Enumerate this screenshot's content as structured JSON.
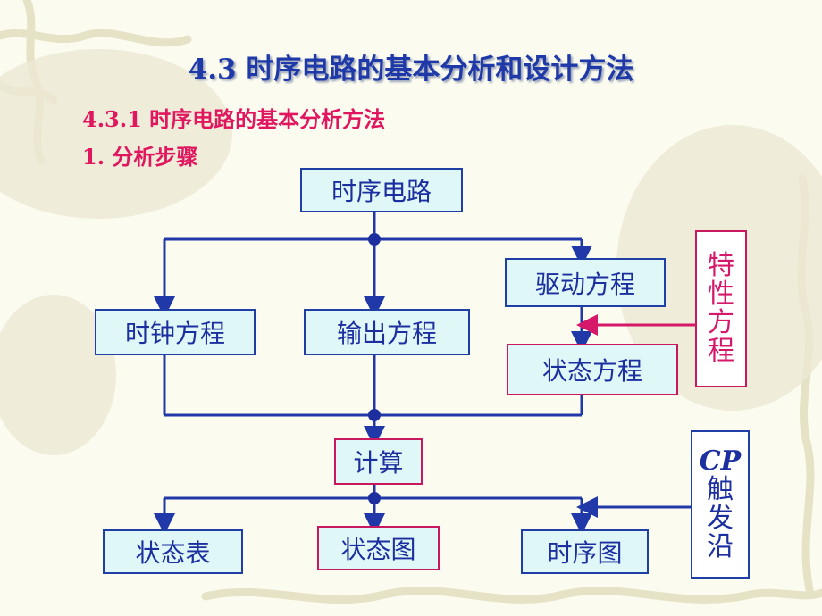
{
  "heading": {
    "title": "4.3  时序电路的基本分析和设计方法",
    "subtitle": "4.3.1  时序电路的基本分析方法",
    "step": "1. 分析步骤"
  },
  "diagram": {
    "root": "时序电路",
    "drive_eq": "驱动方程",
    "clock_eq": "时钟方程",
    "output_eq": "输出方程",
    "state_eq": "状态方程",
    "char_eq": [
      "特",
      "性",
      "方",
      "程"
    ],
    "compute": "计算",
    "state_table": "状态表",
    "state_graph": "状态图",
    "timing_diag": "时序图",
    "cp_label": "CP",
    "cp_edge": [
      "触",
      "发",
      "沿"
    ]
  },
  "colors": {
    "title_blue": "#1f3aa8",
    "accent_pink": "#e0175f",
    "box_fill": "#dff7f7",
    "line_blue": "#2038a8"
  }
}
